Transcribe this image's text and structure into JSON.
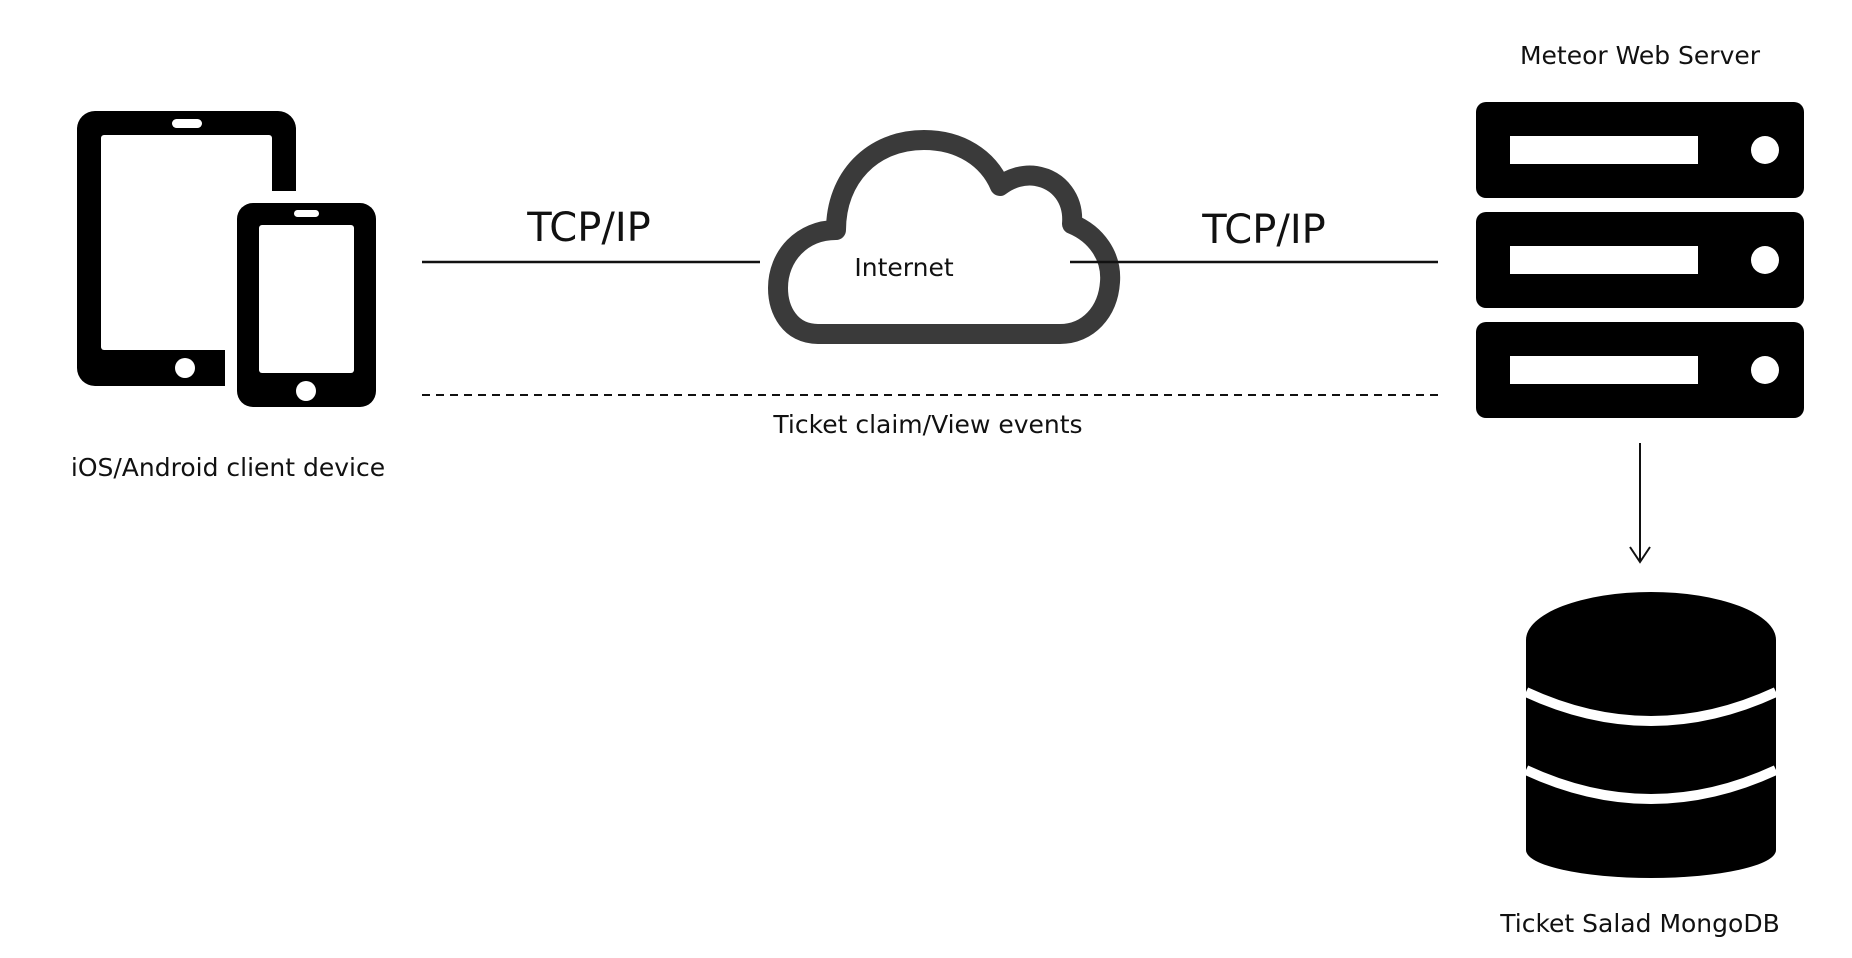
{
  "client": {
    "label": "iOS/Android client device",
    "icon": "tablet-phone-icon"
  },
  "left_link": {
    "label": "TCP/IP"
  },
  "internet": {
    "label": "Internet",
    "icon": "cloud-icon"
  },
  "right_link": {
    "label": "TCP/IP"
  },
  "server": {
    "label": "Meteor Web Server",
    "icon": "server-rack-icon"
  },
  "events_link": {
    "label": "Ticket claim/View events",
    "style": "dashed"
  },
  "database": {
    "label": "Ticket Salad MongoDB",
    "icon": "database-icon"
  },
  "colors": {
    "icon": "#000000",
    "line": "#111111",
    "background": "#ffffff"
  }
}
